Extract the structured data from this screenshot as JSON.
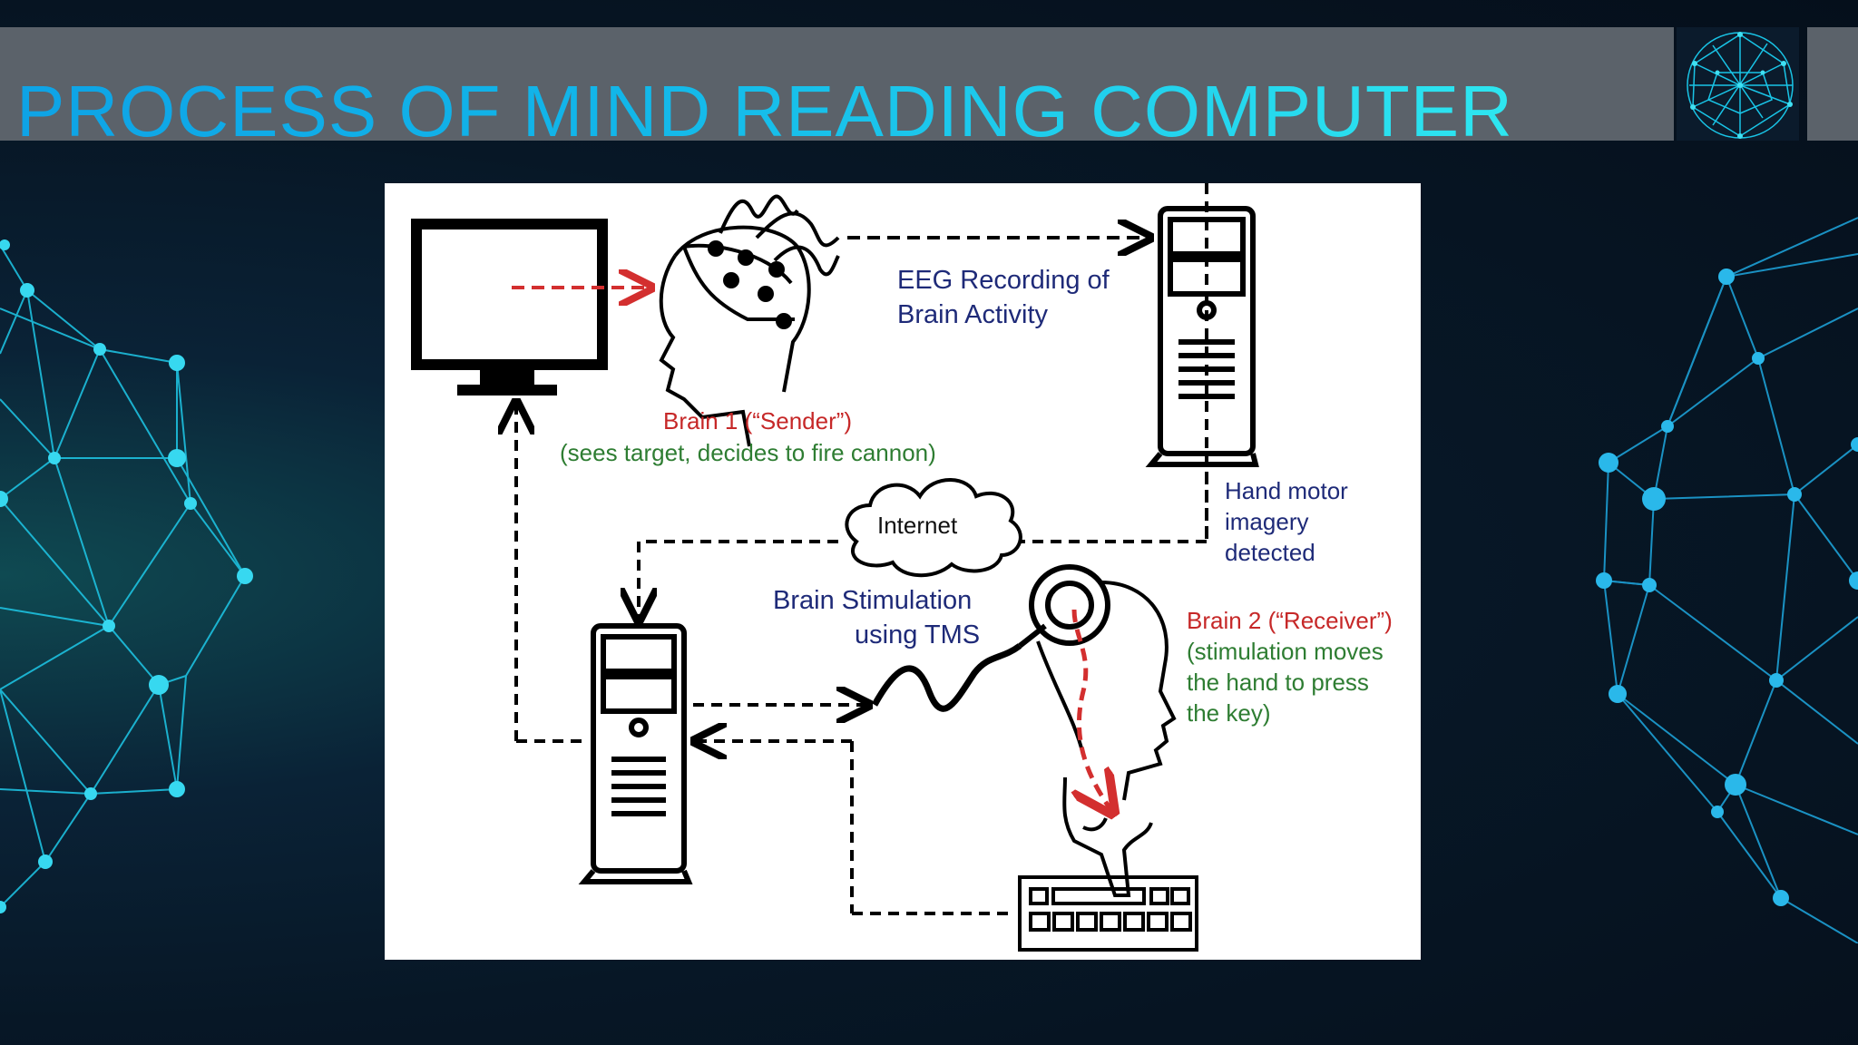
{
  "slide": {
    "title": "PROCESS OF MIND READING COMPUTER"
  },
  "colors": {
    "title_gradient_start": "#0ea3e6",
    "title_gradient_end": "#2ee6f0",
    "network": "#1ec8e8",
    "diagram_text_blue": "#1e2a78",
    "diagram_text_red": "#c62828",
    "diagram_text_green": "#2e7d32"
  },
  "diagram": {
    "eeg_label_1": "EEG Recording of",
    "eeg_label_2": "Brain Activity",
    "brain1_title": "Brain 1 (“Sender”)",
    "brain1_desc": "(sees target, decides to fire cannon)",
    "internet_label": "Internet",
    "hand_motor_1": "Hand motor",
    "hand_motor_2": "imagery",
    "hand_motor_3": "detected",
    "tms_label_1": "Brain Stimulation",
    "tms_label_2": "using TMS",
    "brain2_title": "Brain 2 (“Receiver”)",
    "brain2_desc_1": "(stimulation moves",
    "brain2_desc_2": "the hand to press",
    "brain2_desc_3": "the key)"
  }
}
